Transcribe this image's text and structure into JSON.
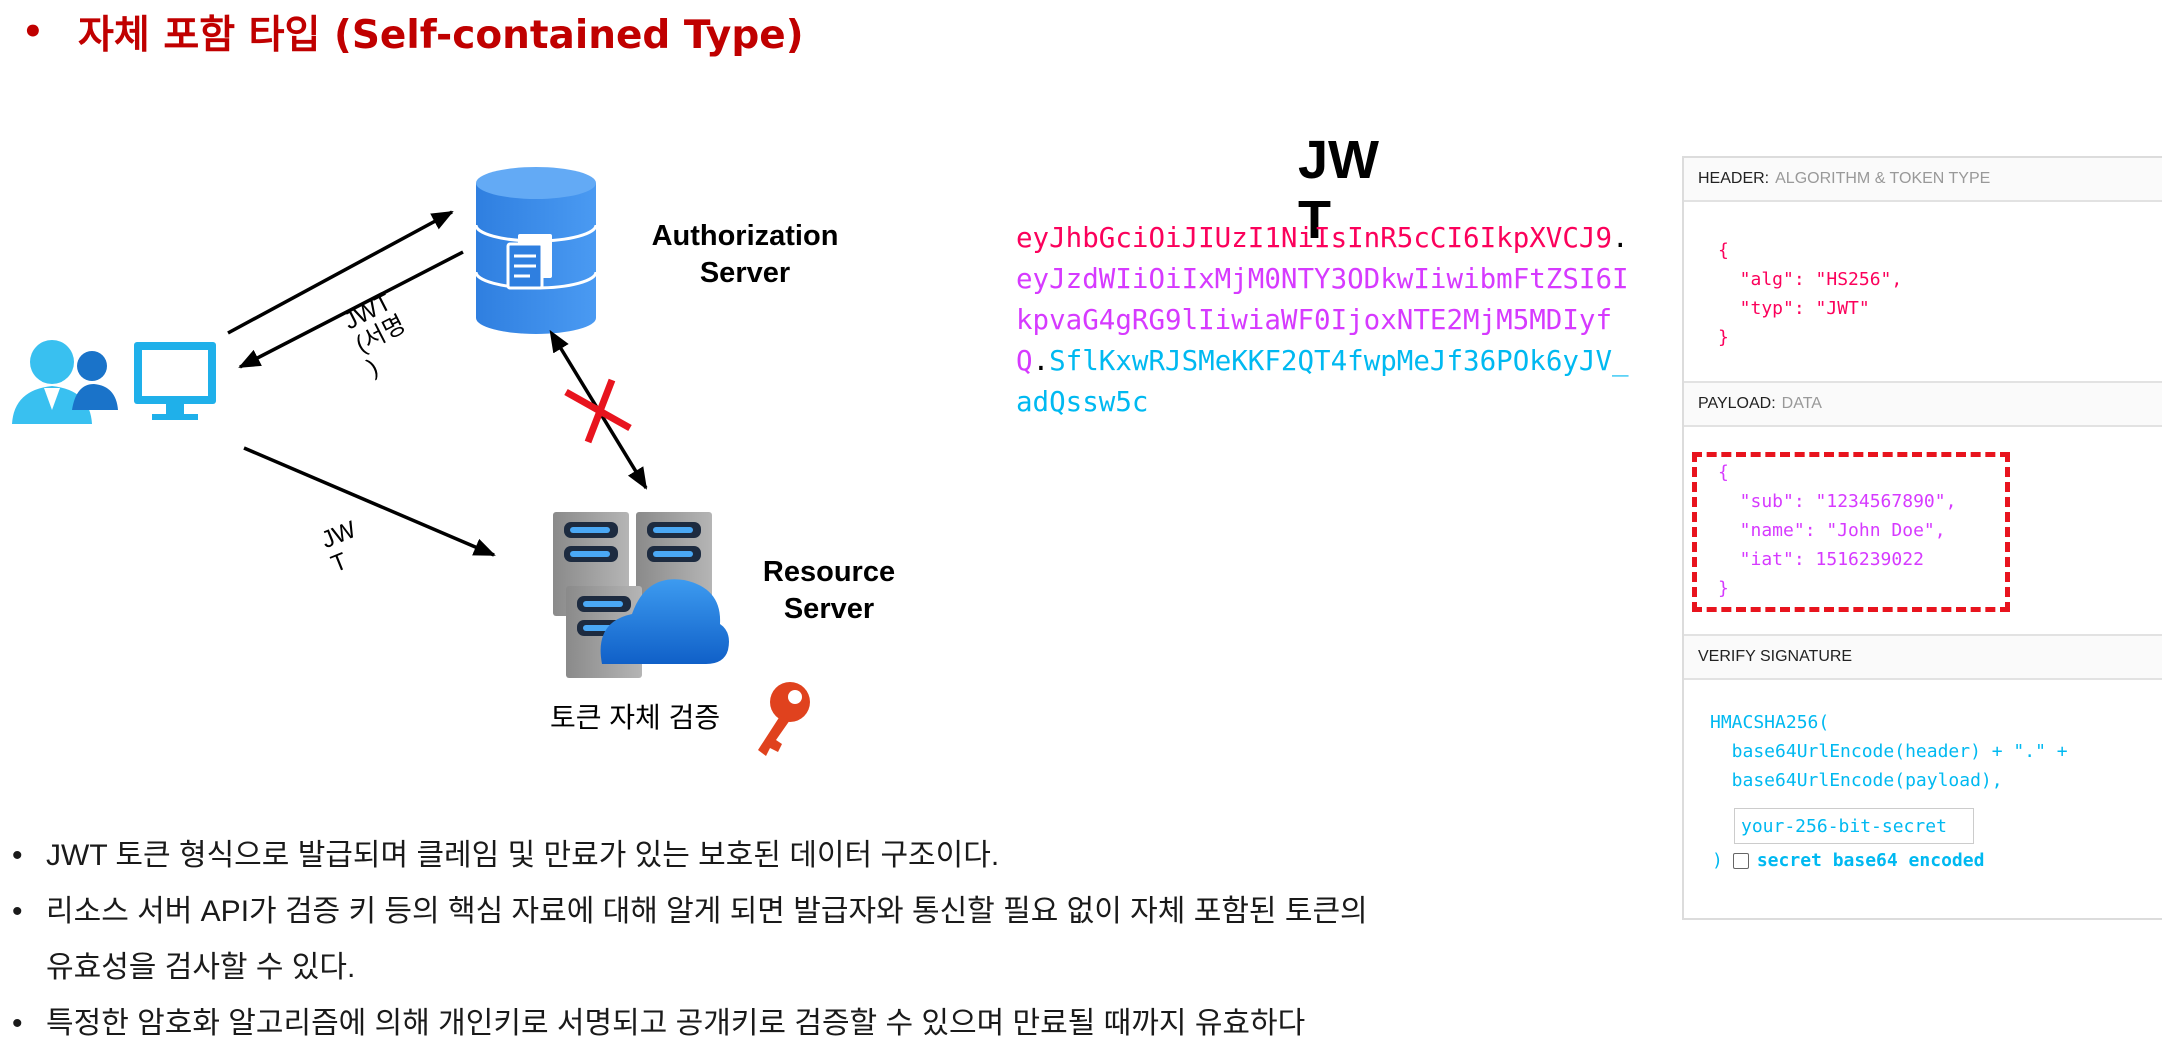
{
  "title": {
    "bullet": "•",
    "text": "자체 포함 타입 (Self-contained Type)"
  },
  "diagram": {
    "auth_server_label": "Authorization\nServer",
    "resource_server_label": "Resource\nServer",
    "arrow_label_signed_jwt": "JWT\n(서명\n)",
    "arrow_label_jwt": "JW\nT",
    "caption": "토큰 자체 검증"
  },
  "jwt": {
    "heading": "JWT",
    "token_header": "eyJhbGciOiJIUzI1NiIsInR5cCI6IkpXVCJ9",
    "token_payload": "eyJzdWIiOiIxMjM0NTY3ODkwIiwibmFtZSI6IkpvaG4gRG9lIiwiaWF0IjoxNTE2MjM5MDIyfQ",
    "token_signature": "SflKxwRJSMeKKF2QT4fwpMeJf36POk6yJV_adQssw5c",
    "dot": "."
  },
  "panel": {
    "header_title": "HEADER:",
    "header_sub": "ALGORITHM & TOKEN TYPE",
    "header_code": "{\n  \"alg\": \"HS256\",\n  \"typ\": \"JWT\"\n}",
    "payload_title": "PAYLOAD:",
    "payload_sub": "DATA",
    "payload_code": "{\n  \"sub\": \"1234567890\",\n  \"name\": \"John Doe\",\n  \"iat\": 1516239022\n}",
    "verify_title": "VERIFY SIGNATURE",
    "verify_code": "HMACSHA256(\n  base64UrlEncode(header) + \".\" +\n  base64UrlEncode(payload),",
    "secret_placeholder": "your-256-bit-secret",
    "close_paren": ")",
    "base64_label": "secret base64 encoded"
  },
  "bullets": [
    "JWT 토큰 형식으로 발급되며 클레임 및 만료가 있는 보호된 데이터 구조이다.",
    "리소스 서버 API가 검증 키 등의 핵심 자료에 대해 알게 되면 발급자와 통신할 필요 없이 자체 포함된 토큰의",
    "유효성을 검사할 수 있다.",
    "특정한 암호화 알고리즘에 의해 개인키로 서명되고 공개키로 검증할 수 있으며 만료될 때까지 유효하다"
  ],
  "colors": {
    "title_red": "#c00000",
    "token_header": "#fb015b",
    "token_payload": "#d63aff",
    "token_signature": "#00b9f1",
    "highlight_box": "#e8141e"
  },
  "icons": [
    "users-icon",
    "monitor-icon",
    "database-icon",
    "server-rack-icon",
    "cloud-icon",
    "key-icon",
    "blocked-x-icon"
  ]
}
